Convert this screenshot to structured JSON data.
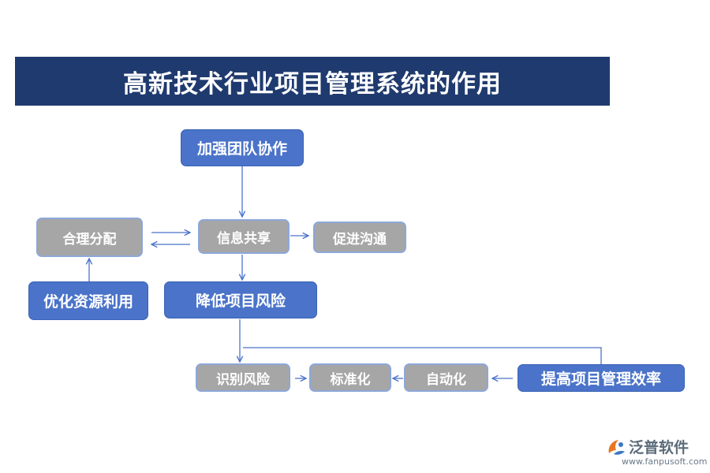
{
  "title": "高新技术行业项目管理系统的作用",
  "nodes": {
    "strengthen_teamwork": "加强团队协作",
    "info_sharing": "信息共享",
    "promote_communication": "促进沟通",
    "reasonable_allocation": "合理分配",
    "optimize_resources": "优化资源利用",
    "reduce_risk": "降低项目风险",
    "identify_risk": "识别风险",
    "standardize": "标准化",
    "automate": "自动化",
    "improve_efficiency": "提高项目管理效率"
  },
  "brand": {
    "name": "泛普软件",
    "url": "www.fanpusoft.com"
  },
  "colors": {
    "title_bg": "#1f3a6e",
    "blue_node": "#4a73c9",
    "gray_node": "#a6a6a6",
    "arrow": "#4a73c9"
  }
}
